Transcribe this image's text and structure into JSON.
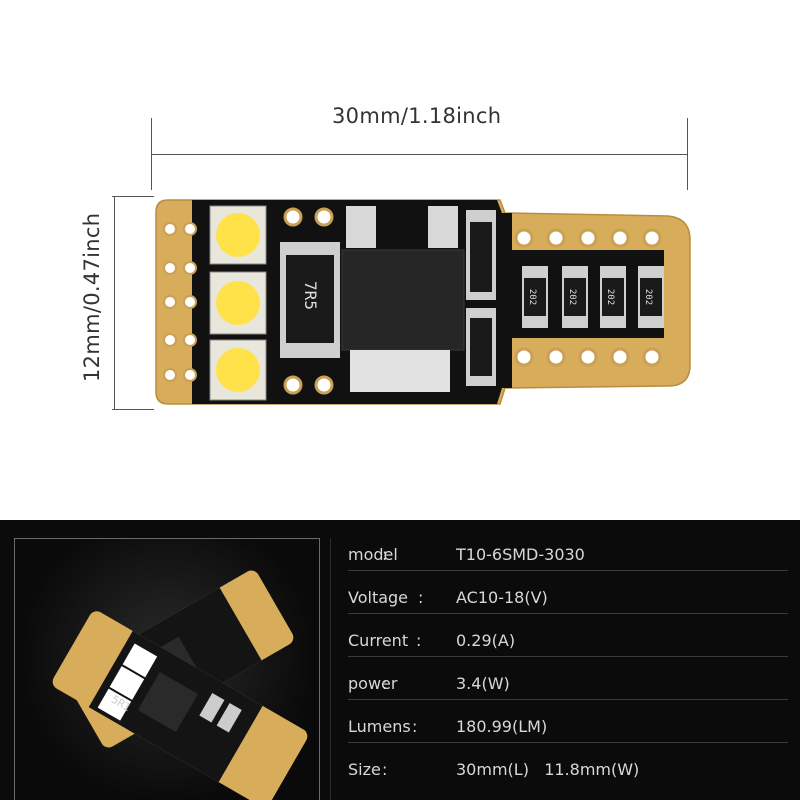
{
  "dimensions": {
    "length_label": "30mm/1.18inch",
    "width_label": "12mm/0.47inch"
  },
  "component_markings": {
    "resistor_main": "7R5",
    "resistor_small": "202",
    "thumb_resistor": "5R1"
  },
  "specs": [
    {
      "key": "model",
      "sep": ":",
      "value": "T10-6SMD-3030"
    },
    {
      "key": "Voltage",
      "sep": ":",
      "value": "AC10-18(V)"
    },
    {
      "key": "Current",
      "sep": ":",
      "value": "0.29(A)"
    },
    {
      "key": "power",
      "sep": ":",
      "value": "3.4(W)"
    },
    {
      "key": "Lumens",
      "sep": ":",
      "value": "180.99(LM)"
    },
    {
      "key": "Size",
      "sep": ":",
      "value": "30mm(L)   11.8mm(W)"
    }
  ],
  "colors": {
    "pcb_gold": "#d7ac5b",
    "pcb_black": "#121212",
    "panel_bg": "#0b0b0b",
    "led_yellow": "#ffe24a"
  }
}
